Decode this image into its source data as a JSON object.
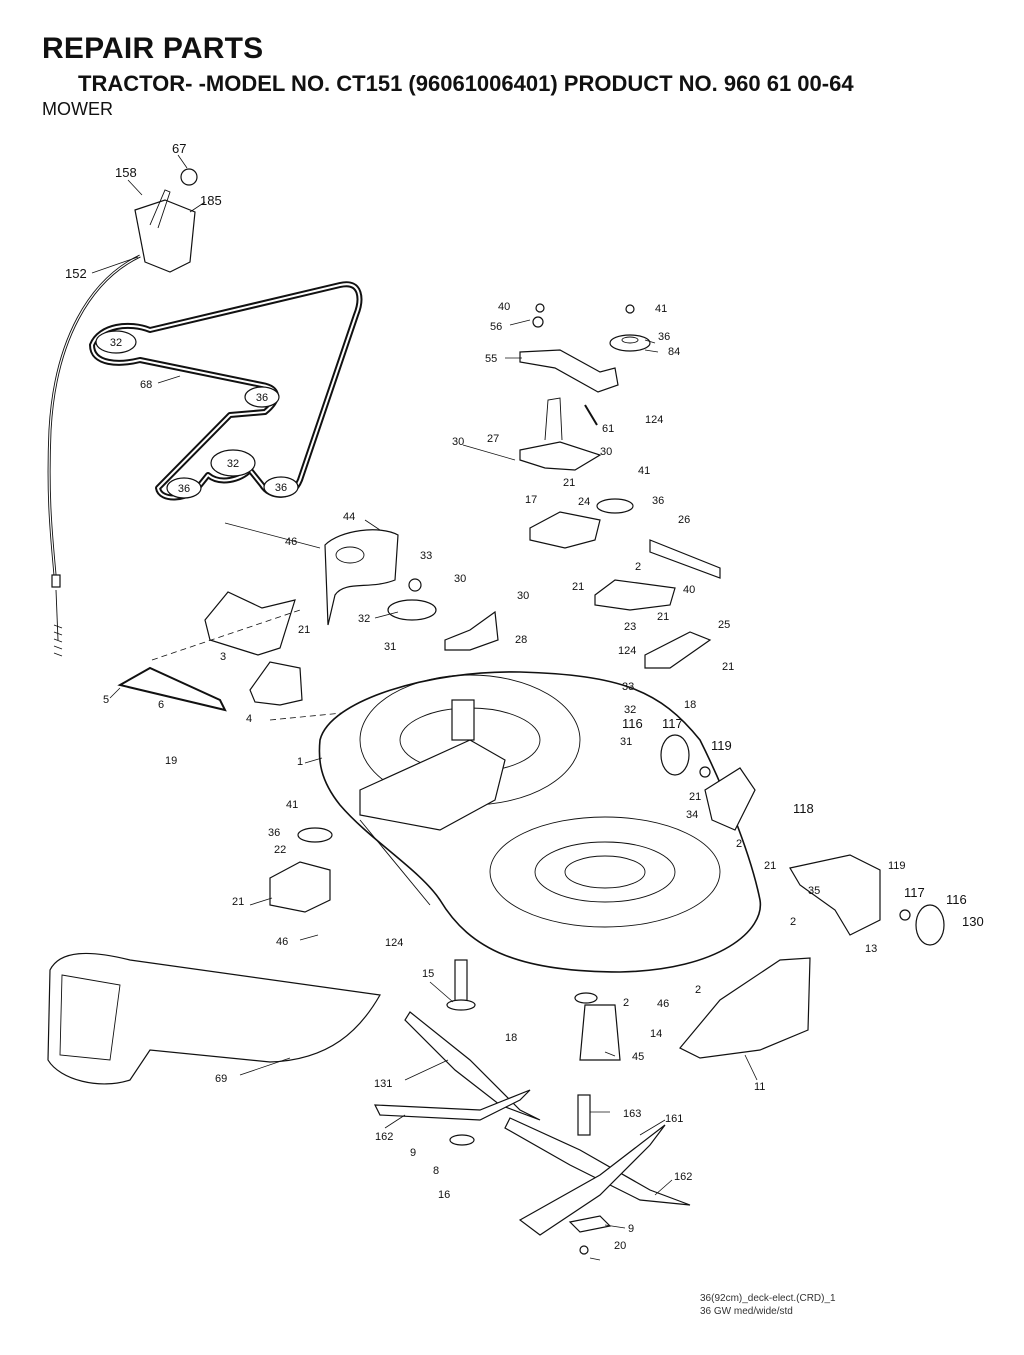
{
  "header": {
    "title": "REPAIR PARTS",
    "subtitle": "TRACTOR- -MODEL NO. CT151 (96061006401) PRODUCT NO. 960 61 00-64",
    "section": "MOWER"
  },
  "footer": {
    "line1": "36(92cm)_deck-elect.(CRD)_1",
    "line2": "36 GW med/wide/std"
  },
  "belt_labels": {
    "large_pulley": "32",
    "idler_upper": "36",
    "center_pulley": "32",
    "left_pulley": "36",
    "right_pulley": "36"
  },
  "callouts": [
    "67",
    "158",
    "185",
    "152",
    "68",
    "40",
    "56",
    "55",
    "41",
    "36",
    "84",
    "124",
    "61",
    "27",
    "30",
    "30",
    "17",
    "21",
    "41",
    "36",
    "24",
    "46",
    "44",
    "33",
    "30",
    "30",
    "32",
    "31",
    "28",
    "26",
    "2",
    "40",
    "21",
    "21",
    "23",
    "3",
    "21",
    "5",
    "6",
    "4",
    "19",
    "124",
    "25",
    "21",
    "33",
    "18",
    "32",
    "116",
    "117",
    "31",
    "119",
    "1",
    "21",
    "34",
    "118",
    "41",
    "36",
    "22",
    "2",
    "21",
    "21",
    "35",
    "119",
    "117",
    "116",
    "130",
    "124",
    "46",
    "2",
    "13",
    "15",
    "2",
    "18",
    "2",
    "46",
    "14",
    "45",
    "11",
    "131",
    "69",
    "163",
    "161",
    "162",
    "9",
    "8",
    "16",
    "162",
    "9",
    "20"
  ]
}
